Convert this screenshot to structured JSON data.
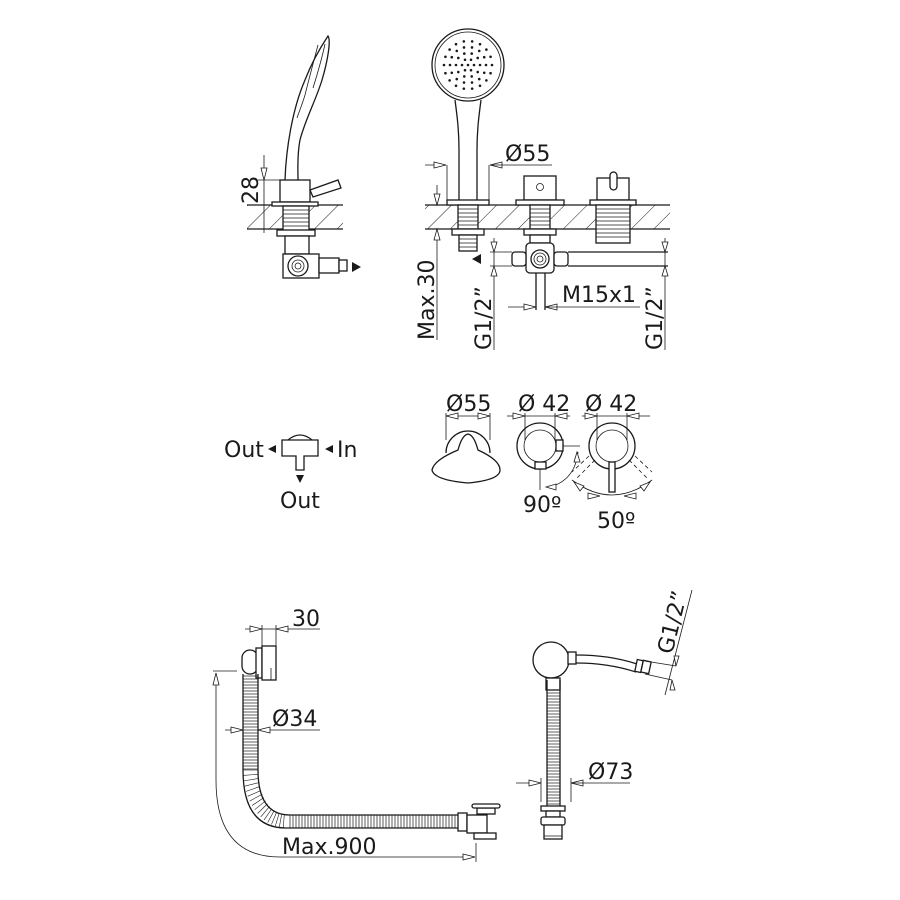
{
  "diagram": {
    "side_view": {
      "dimension_height": "28"
    },
    "front_view": {
      "dimension_diameter": "Ø55",
      "dimension_max_deck": "Max.30",
      "dimension_inlet_left": "G1/2”",
      "dimension_outlet_thread": "M15x1",
      "dimension_inlet_right": "G1/2”"
    },
    "flow_legend": {
      "out_left": "Out",
      "in_right": "In",
      "out_bottom": "Out"
    },
    "plan_view": {
      "handshower_diameter": "Ø55",
      "valve1_diameter": "Ø 42",
      "valve2_diameter": "Ø 42",
      "valve1_rotation": "90º",
      "valve2_rotation": "50º"
    },
    "waste_overflow": {
      "overflow_depth": "30",
      "hose_diameter": "Ø34",
      "max_length": "Max.900"
    },
    "filler": {
      "inlet_thread": "G1/2”",
      "diameter": "Ø73"
    }
  },
  "colors": {
    "line": "#1a1a1a",
    "background": "#ffffff"
  }
}
